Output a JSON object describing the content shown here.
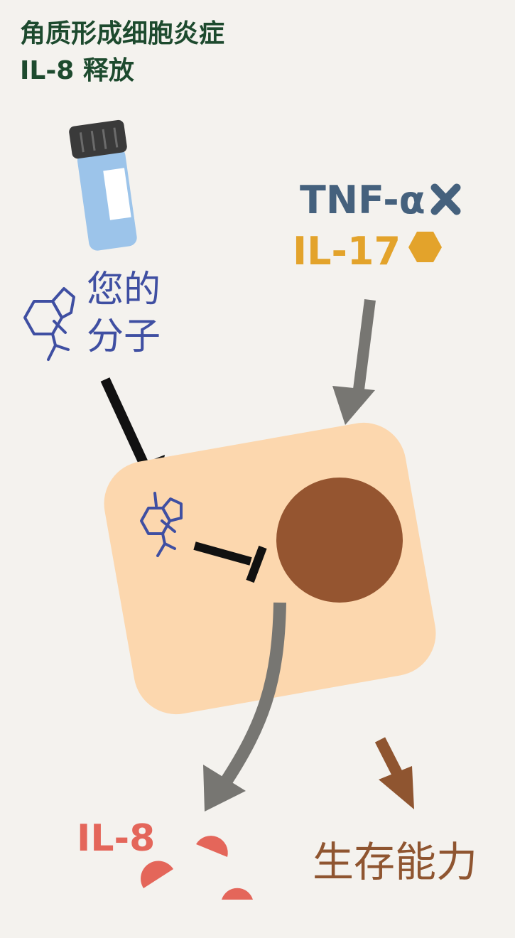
{
  "title": {
    "line1": "角质形成细胞炎症",
    "line2": "IL-8 释放"
  },
  "labels": {
    "tnf": "TNF-α",
    "il17": "IL-17",
    "molecule_line1": "您的",
    "molecule_line2": "分子",
    "il8": "IL-8",
    "viability": "生存能力"
  },
  "icons": {
    "vial": "vial-icon",
    "molecule": "molecule-icon",
    "tnf": "x-mark-icon",
    "il17": "hexagon-icon",
    "il8": "half-disc-icon"
  },
  "colors": {
    "background": "#f4f2ee",
    "title": "#1d4a2e",
    "tnf": "#45617d",
    "il17": "#e3a32b",
    "molecule": "#3f4fa2",
    "il8": "#e4665a",
    "viability": "#8f5530",
    "cell": "#fcd7ae",
    "nucleus": "#955530",
    "arrow_gray": "#777672",
    "arrow_black": "#111111"
  }
}
